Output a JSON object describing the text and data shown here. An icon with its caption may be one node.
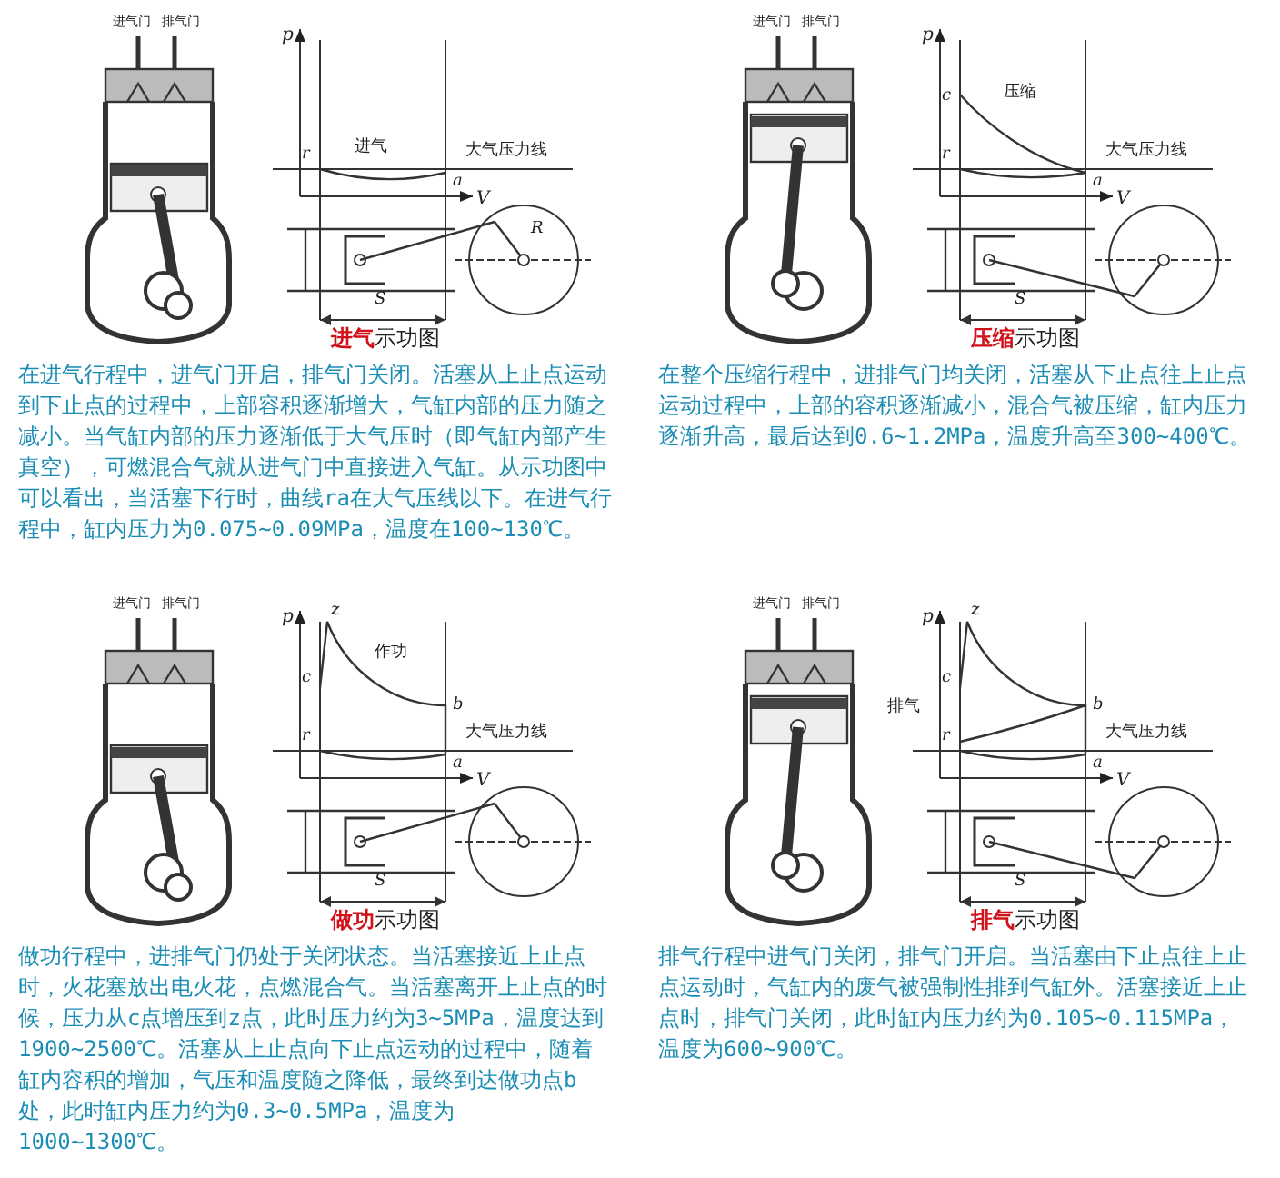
{
  "diagram": {
    "labels": [
      "进气门",
      "排气门",
      "p",
      "进气",
      "大气压力线",
      "r",
      "a",
      "V",
      "R",
      "S",
      "**进气**示功图",
      "在进气行程中，进气门开启，排气门关闭。活塞从上止点运动到下止点的过程中，上部容积逐渐增大，气缸内部的压力随之减小。当气缸内部的压力逐渐低于大气压时（即气缸内部产生真空），可燃混合气就从进气门中直接进入气缸。从示功图中可以看出，当活塞下行时，曲线ra在大气压线以下。在进气行程中，缸内压力为0.075~0.09MPa，温度在100~130℃。",
      "进气门",
      "排气门",
      "p",
      "c",
      "压缩",
      "r",
      "大气压力线",
      "a",
      "V",
      "S",
      "**压缩**示功图",
      "在整个压缩行程中，进排气门均关闭，活塞从下止点往上止点运动过程中，上部的容积逐渐减小，混合气被压缩，缸内压力逐渐升高，最后达到0.6~1.2MPa，温度升高至300~400℃。",
      "进气门",
      "排气门",
      "p",
      "z",
      "作功",
      "c",
      "b",
      "r",
      "大气压力线",
      "a",
      "V",
      "S",
      "**做功**示功图",
      "做功行程中，进排气门仍处于关闭状态。当活塞接近上止点时，火花塞放出电火花，点燃混合气。当活塞离开上止点的时候，压力从c点增压到z点，此时压力约为3~5MPa，温度达到1900~2500℃。活塞从上止点向下止点运动的过程中，随着缸内容积的增加，气压和温度随之降低，最终到达做功点b处，此时缸内压力约为0.3~0.5MPa，温度为1000~1300℃。",
      "进气门",
      "排气门",
      "p",
      "z",
      "c",
      "排气",
      "r",
      "b",
      "大气压力线",
      "a",
      "V",
      "S",
      "**排气**示功图",
      "排气行程中进气门关闭，排气门开启。当活塞由下止点往上止点运动时，气缸内的废气被强制性排到气缸外。活塞接近上止点时，排气门关闭，此时缸内压力约为0.105~0.115MPa，温度为600~900℃。"
    ]
  }
}
